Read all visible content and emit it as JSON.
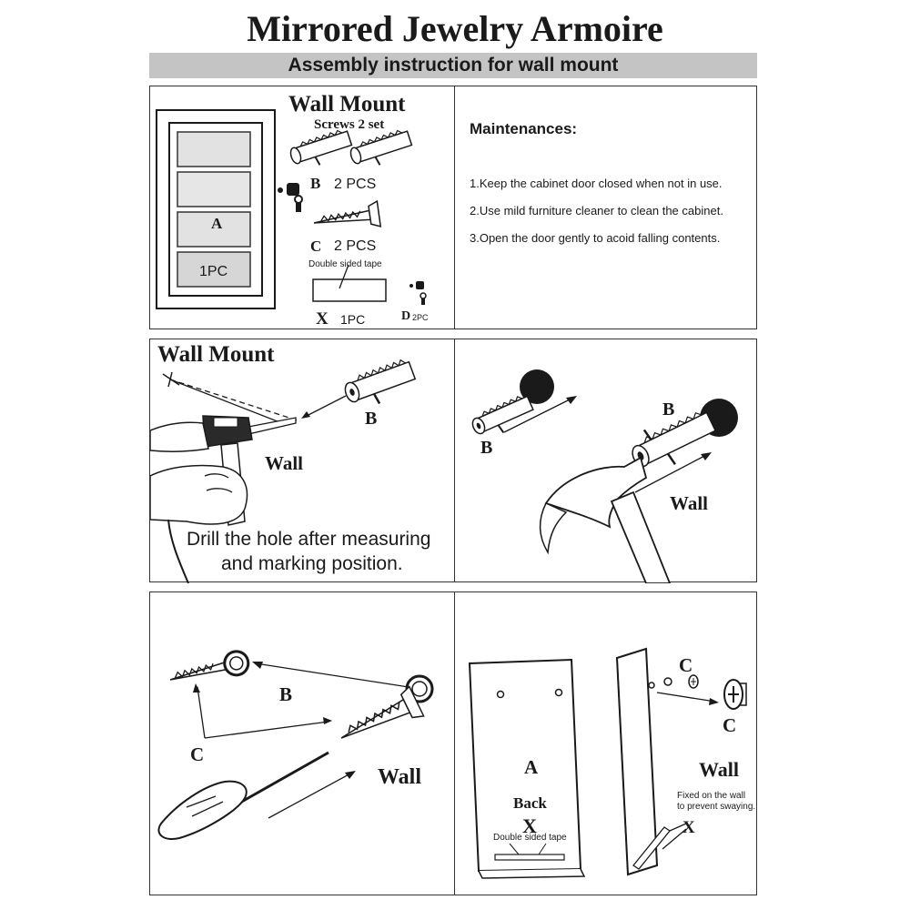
{
  "title": "Mirrored Jewelry Armoire",
  "subtitle": "Assembly instruction for wall mount",
  "colors": {
    "subtitle_bar": "#c4c4c4",
    "line": "#1a1a1a"
  },
  "panel1": {
    "heading": "Wall Mount",
    "subheading": "Screws 2 set",
    "part_a": "A",
    "part_a_qty": "1PC",
    "part_b": "B",
    "part_b_qty": "2 PCS",
    "part_c": "C",
    "part_c_qty": "2 PCS",
    "tape_label": "Double sided tape",
    "part_x": "X",
    "part_x_qty": "1PC",
    "part_d": "D",
    "part_d_qty": "2PC"
  },
  "panel2": {
    "heading": "Maintenances:",
    "items": [
      "1.Keep the cabinet door closed when not in use.",
      "2.Use mild furniture cleaner to clean the cabinet.",
      "3.Open the door gently to acoid falling contents."
    ]
  },
  "panel3": {
    "heading": "Wall Mount",
    "part_b": "B",
    "wall": "Wall",
    "caption_line1": "Drill the hole after measuring",
    "caption_line2": "and marking position."
  },
  "panel4": {
    "part_b1": "B",
    "part_b2": "B",
    "wall": "Wall"
  },
  "panel5": {
    "part_b": "B",
    "part_c": "C",
    "wall": "Wall"
  },
  "panel6": {
    "part_a": "A",
    "back": "Back",
    "part_x1": "X",
    "tape_label": "Double sided tape",
    "part_c1": "C",
    "part_c2": "C",
    "wall": "Wall",
    "fixed_line1": "Fixed on the wall",
    "fixed_line2": "to prevent swaying.",
    "part_x2": "X"
  }
}
